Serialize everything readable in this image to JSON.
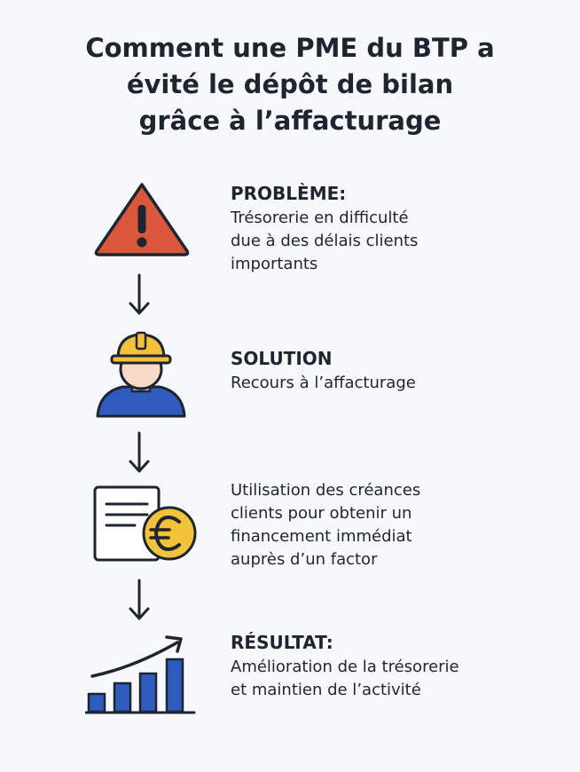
{
  "title": {
    "line1": "Comment une PME du BTP a",
    "line2": "évité le dépôt de bilan",
    "line3": "grâce à l’affacturage"
  },
  "steps": [
    {
      "icon": "warning-icon",
      "heading": "PROBLÈME:",
      "lines": [
        "Trésorerie en difficulté",
        "due à des délais clients",
        "importants"
      ]
    },
    {
      "icon": "worker-icon",
      "heading": "SOLUTION",
      "lines": [
        "Recours à l’affacturage"
      ]
    },
    {
      "icon": "invoice-euro-icon",
      "heading": "",
      "lines": [
        "Utilisation des créances",
        "clients pour obtenir un",
        "financement immédiat",
        "auprès d’un factor"
      ]
    },
    {
      "icon": "growth-chart-icon",
      "heading": "RÉSULTAT:",
      "lines": [
        "Amélioration de la trésorerie",
        "et maintien de l’activité"
      ]
    }
  ],
  "colors": {
    "warning": "#d9573a",
    "helmet": "#f2c23a",
    "shirt": "#2f5bbf",
    "coin": "#f2c23a",
    "bars": "#2f5bbf",
    "text": "#1f2530"
  }
}
